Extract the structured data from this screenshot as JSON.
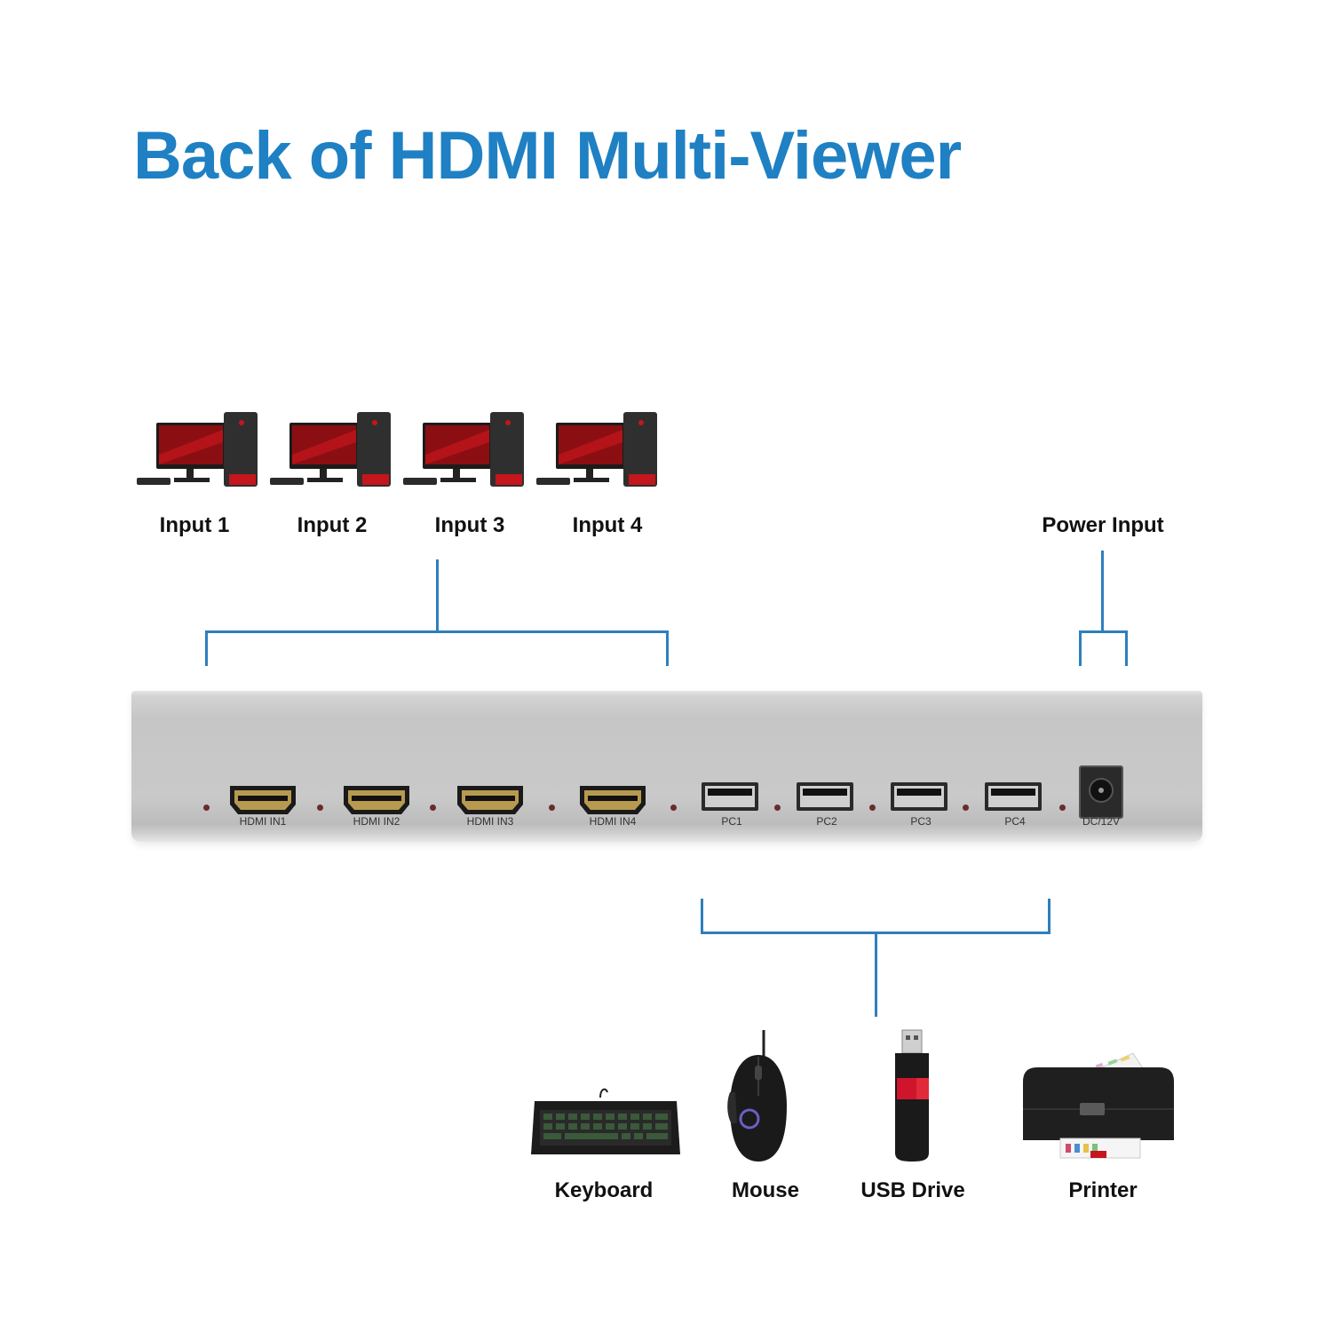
{
  "title": "Back of HDMI Multi-Viewer",
  "inputs": [
    "Input 1",
    "Input 2",
    "Input 3",
    "Input 4"
  ],
  "power_label": "Power Input",
  "ports": {
    "hdmi": [
      "HDMI IN1",
      "HDMI IN2",
      "HDMI IN3",
      "HDMI IN4"
    ],
    "usb": [
      "PC1",
      "PC2",
      "PC3",
      "PC4"
    ],
    "dc": "DC/12V"
  },
  "peripherals": [
    "Keyboard",
    "Mouse",
    "USB Drive",
    "Printer"
  ],
  "colors": {
    "accent": "#1f80c3",
    "line": "#2e7fbd",
    "device": "#c9c9c9"
  },
  "icons": [
    "desktop-computer-icon",
    "keyboard-icon",
    "mouse-icon",
    "usb-drive-icon",
    "printer-icon"
  ]
}
